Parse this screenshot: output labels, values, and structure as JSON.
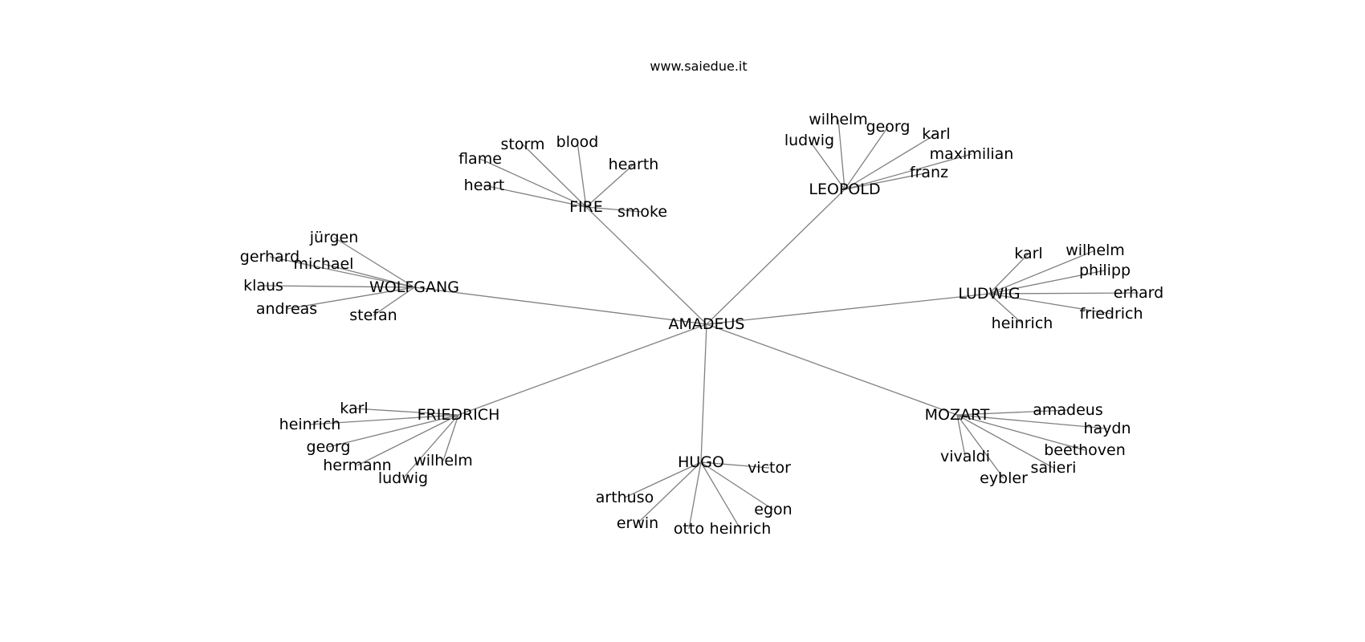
{
  "header": {
    "site": "www.saiedue.it"
  },
  "graph": {
    "center": "AMADEUS",
    "hubs": [
      {
        "id": "FIRE",
        "label": "FIRE",
        "leaves": [
          "heart",
          "flame",
          "storm",
          "blood",
          "hearth",
          "smoke"
        ]
      },
      {
        "id": "LEOPOLD",
        "label": "LEOPOLD",
        "leaves": [
          "ludwig",
          "wilhelm",
          "georg",
          "karl",
          "maximilian",
          "franz"
        ]
      },
      {
        "id": "LUDWIG",
        "label": "LUDWIG",
        "leaves": [
          "karl",
          "wilhelm",
          "philipp",
          "erhard",
          "friedrich",
          "heinrich"
        ]
      },
      {
        "id": "MOZART",
        "label": "MOZART",
        "leaves": [
          "amadeus",
          "haydn",
          "beethoven",
          "salieri",
          "eybler",
          "vivaldi"
        ]
      },
      {
        "id": "HUGO",
        "label": "HUGO",
        "leaves": [
          "victor",
          "egon",
          "heinrich",
          "otto",
          "erwin",
          "arthuso"
        ]
      },
      {
        "id": "FRIEDRICH",
        "label": "FRIEDRICH",
        "leaves": [
          "karl",
          "heinrich",
          "georg",
          "hermann",
          "ludwig",
          "wilhelm"
        ]
      },
      {
        "id": "WOLFGANG",
        "label": "WOLFGANG",
        "leaves": [
          "jürgen",
          "gerhard",
          "michael",
          "klaus",
          "andreas",
          "stefan"
        ]
      }
    ]
  }
}
